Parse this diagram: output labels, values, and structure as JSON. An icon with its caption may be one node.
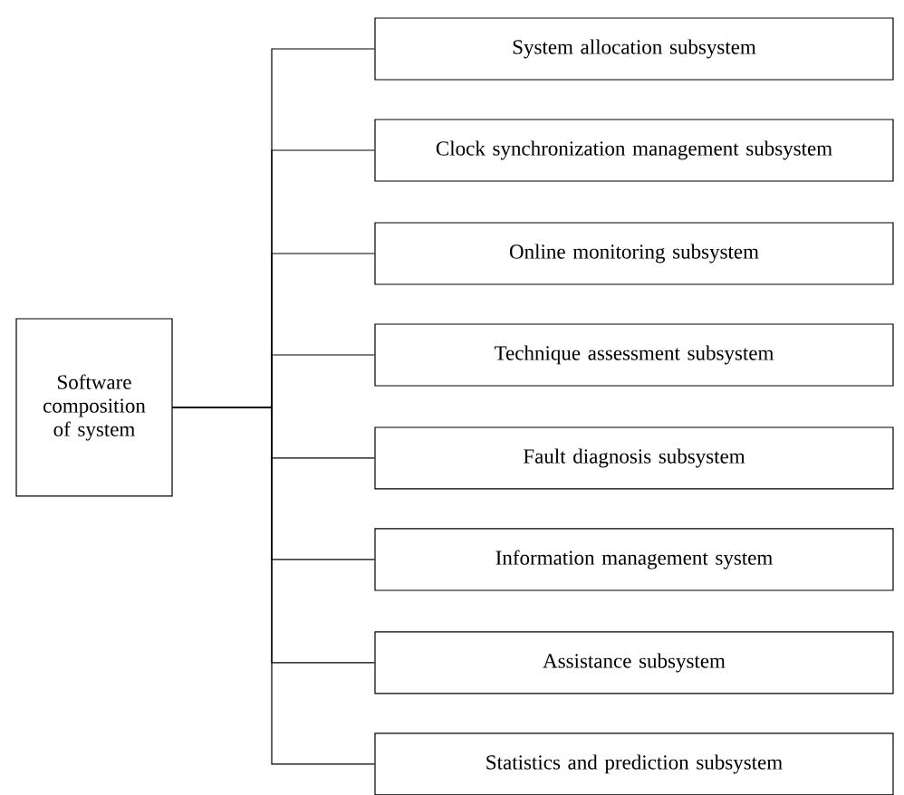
{
  "diagram": {
    "nodes": [
      {
        "text": [
          "Software composition of system"
        ]
      },
      {
        "text": [
          "System allocation subsystem"
        ]
      },
      {
        "text": [
          "Clock synchronization management subsystem"
        ]
      },
      {
        "text": [
          "Online monitoring subsystem"
        ]
      },
      {
        "text": [
          "Technique assessment subsystem"
        ]
      },
      {
        "text": [
          "Fault diagnosis subsystem"
        ]
      },
      {
        "text": [
          "Information management system"
        ]
      },
      {
        "text": [
          "Assistance subsystem"
        ]
      },
      {
        "text": [
          "Statistics and prediction subsystem"
        ]
      }
    ],
    "edges": [
      {
        "from": 0,
        "to": 1,
        "arrow": "none"
      },
      {
        "from": 0,
        "to": 2,
        "arrow": "none"
      },
      {
        "from": 0,
        "to": 3,
        "arrow": "none"
      },
      {
        "from": 0,
        "to": 4,
        "arrow": "none"
      },
      {
        "from": 0,
        "to": 5,
        "arrow": "none"
      },
      {
        "from": 0,
        "to": 6,
        "arrow": "none"
      },
      {
        "from": 0,
        "to": 7,
        "arrow": "none"
      },
      {
        "from": 0,
        "to": 8,
        "arrow": "none"
      }
    ]
  }
}
